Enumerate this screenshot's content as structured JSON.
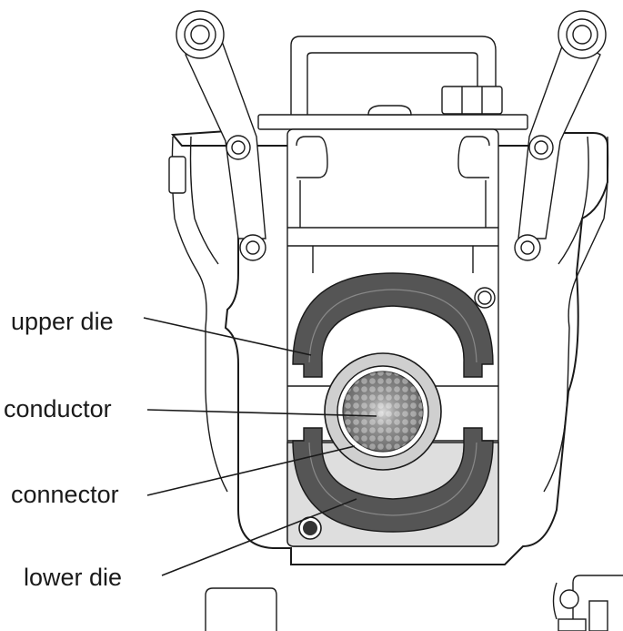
{
  "labels": {
    "upper_die": "upper die",
    "conductor": "conductor",
    "connector": "connector",
    "lower_die": "lower die"
  },
  "colors": {
    "outline": "#1a1a1a",
    "die": "#555555",
    "connector_ring": "#cfcfcf",
    "lower_block": "#dedede",
    "conductor_strand": "#6a6a6a"
  }
}
